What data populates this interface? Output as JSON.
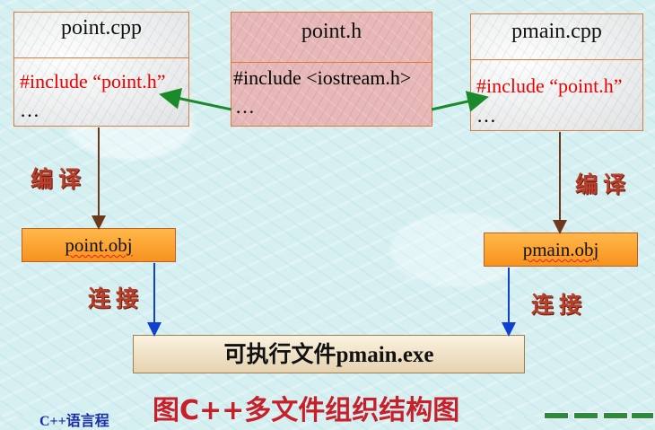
{
  "point_cpp": {
    "title": "point.cpp",
    "line1": "#include “point.h”",
    "line2": "…"
  },
  "point_h": {
    "title": "point.h",
    "line1": "#include <iostream.h>",
    "line2": "…"
  },
  "pmain_cpp": {
    "title": "pmain.cpp",
    "line1": "#include “point.h”",
    "line2": "…"
  },
  "point_obj": "point.obj",
  "pmain_obj": "pmain.obj",
  "executable": "可执行文件pmain.exe",
  "labels": {
    "compile_left": "编译",
    "compile_right": "编译",
    "link_left": "连接",
    "link_right": "连接"
  },
  "caption": "图C++多文件组织结构图",
  "footer_left": "C++语言程",
  "colors": {
    "compile_arrow": "#6b3a1a",
    "link_arrow": "#1040d0",
    "include_arrow": "#1a8a2a"
  }
}
